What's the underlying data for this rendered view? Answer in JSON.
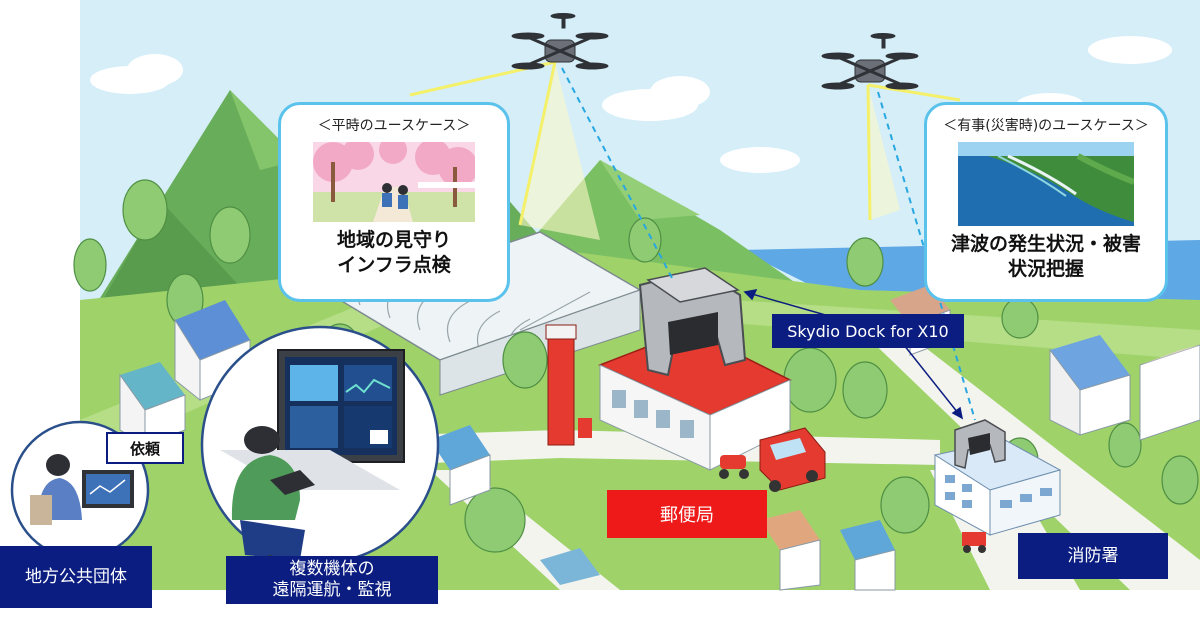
{
  "normal_card": {
    "header": "＜平時のユースケース＞",
    "line1": "地域の見守り",
    "line2": "インフラ点検"
  },
  "emergency_card": {
    "header": "＜有事(災害時)のユースケース＞",
    "line1": "津波の発生状況・被害",
    "line2": "状況把握"
  },
  "labels": {
    "dock": "Skydio Dock for X10",
    "post_office": "郵便局",
    "fire_station": "消防署",
    "request": "依頼",
    "local_gov": "地方公共団体",
    "remote_ops_line1": "複数機体の",
    "remote_ops_line2": "遠隔運航・監視"
  },
  "colors": {
    "navy": "#0b1d80",
    "red": "#ee1a1a",
    "card_border": "#5bc2ec",
    "sky": "#d5eef8",
    "grass": "#9fd36a",
    "mountain": "#68ad59",
    "sea": "#5fa8e6",
    "beam": "#f4f06a"
  }
}
